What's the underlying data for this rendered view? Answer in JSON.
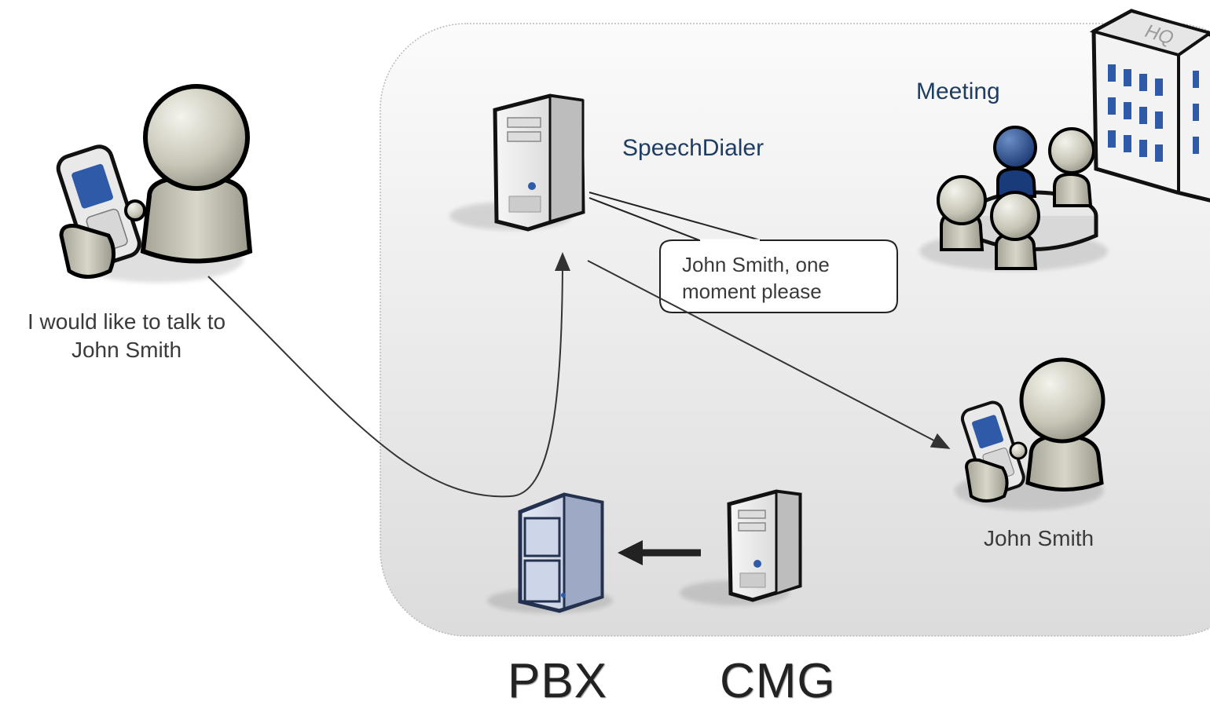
{
  "caller": {
    "speech": "I would like to talk to\nJohn Smith"
  },
  "speech_dialer": {
    "label": "SpeechDialer",
    "callout": "John Smith, one moment please"
  },
  "meeting": {
    "label": "Meeting",
    "building_sign": "HQ"
  },
  "recipient": {
    "label": "John Smith"
  },
  "pbx": {
    "label": "PBX"
  },
  "cmg": {
    "label": "CMG"
  },
  "colors": {
    "accent_blue": "#1f3d63",
    "person_gray": "#c9c7b8",
    "panel_gray": "#e8e8e8"
  },
  "icons": [
    "person-with-phone-icon",
    "server-tower-icon",
    "meeting-table-icon",
    "hq-building-icon",
    "pbx-cabinet-icon"
  ]
}
